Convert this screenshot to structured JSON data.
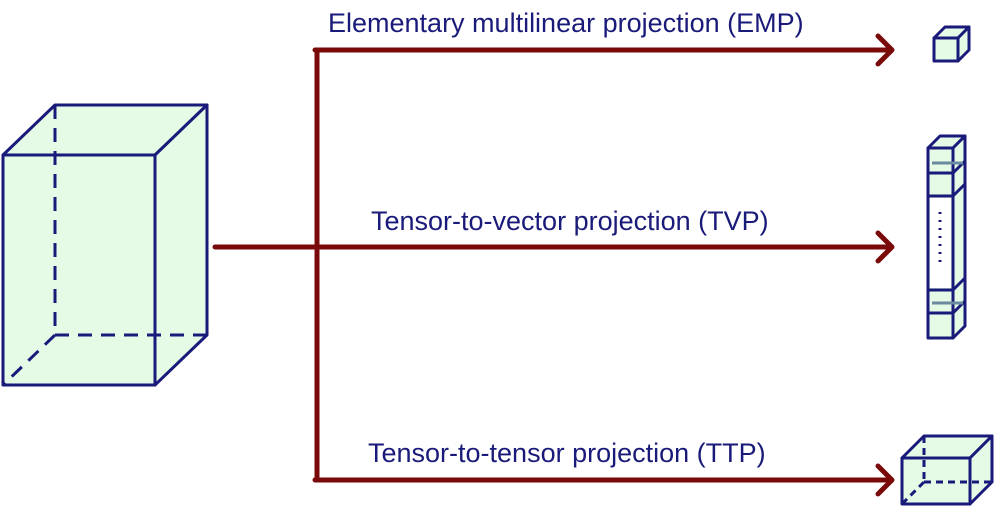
{
  "colors": {
    "arrow": "#7a0a0a",
    "edge": "#1a1a7a",
    "fill": "#e6fbe6",
    "text": "#1a1a7a"
  },
  "labels": {
    "emp": "Elementary multilinear projection (EMP)",
    "tvp": "Tensor-to-vector projection (TVP)",
    "ttp": "Tensor-to-tensor projection (TTP)"
  }
}
